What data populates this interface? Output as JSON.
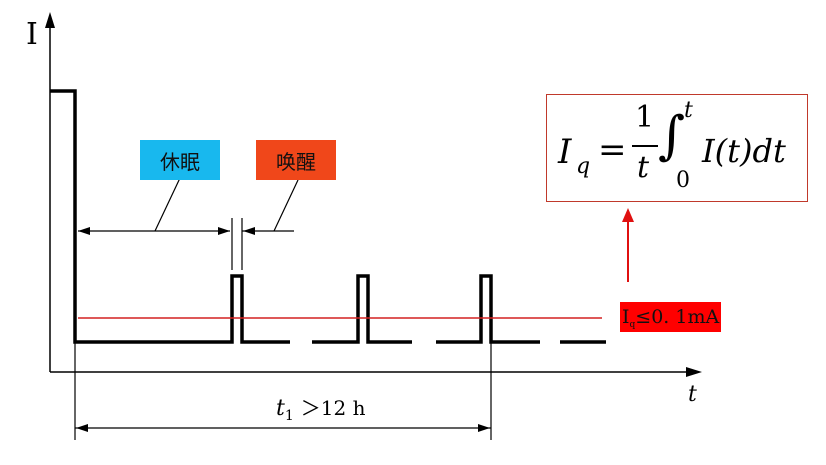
{
  "axes": {
    "y_label": "I",
    "x_label": "t"
  },
  "tags": {
    "sleep": "休眠",
    "wake": "唤醒"
  },
  "colors": {
    "sleep_tag": "#18b8ee",
    "wake_tag": "#f0471a",
    "iq_tag": "#ff0000",
    "limit_line": "#d42020",
    "formula_border": "#c0392b"
  },
  "limit_label": {
    "symbol": "I",
    "subscript": "q",
    "condition": "≤0. 1mA"
  },
  "period_label": {
    "symbol": "t",
    "subscript": "1",
    "condition": "＞12  h"
  },
  "formula": {
    "lhs": "I",
    "lhs_sub": "q",
    "equals": "=",
    "frac_num": "1",
    "frac_den": "t",
    "integral": "∫",
    "upper": "t",
    "lower": "0",
    "integrand": "I(t)dt"
  }
}
